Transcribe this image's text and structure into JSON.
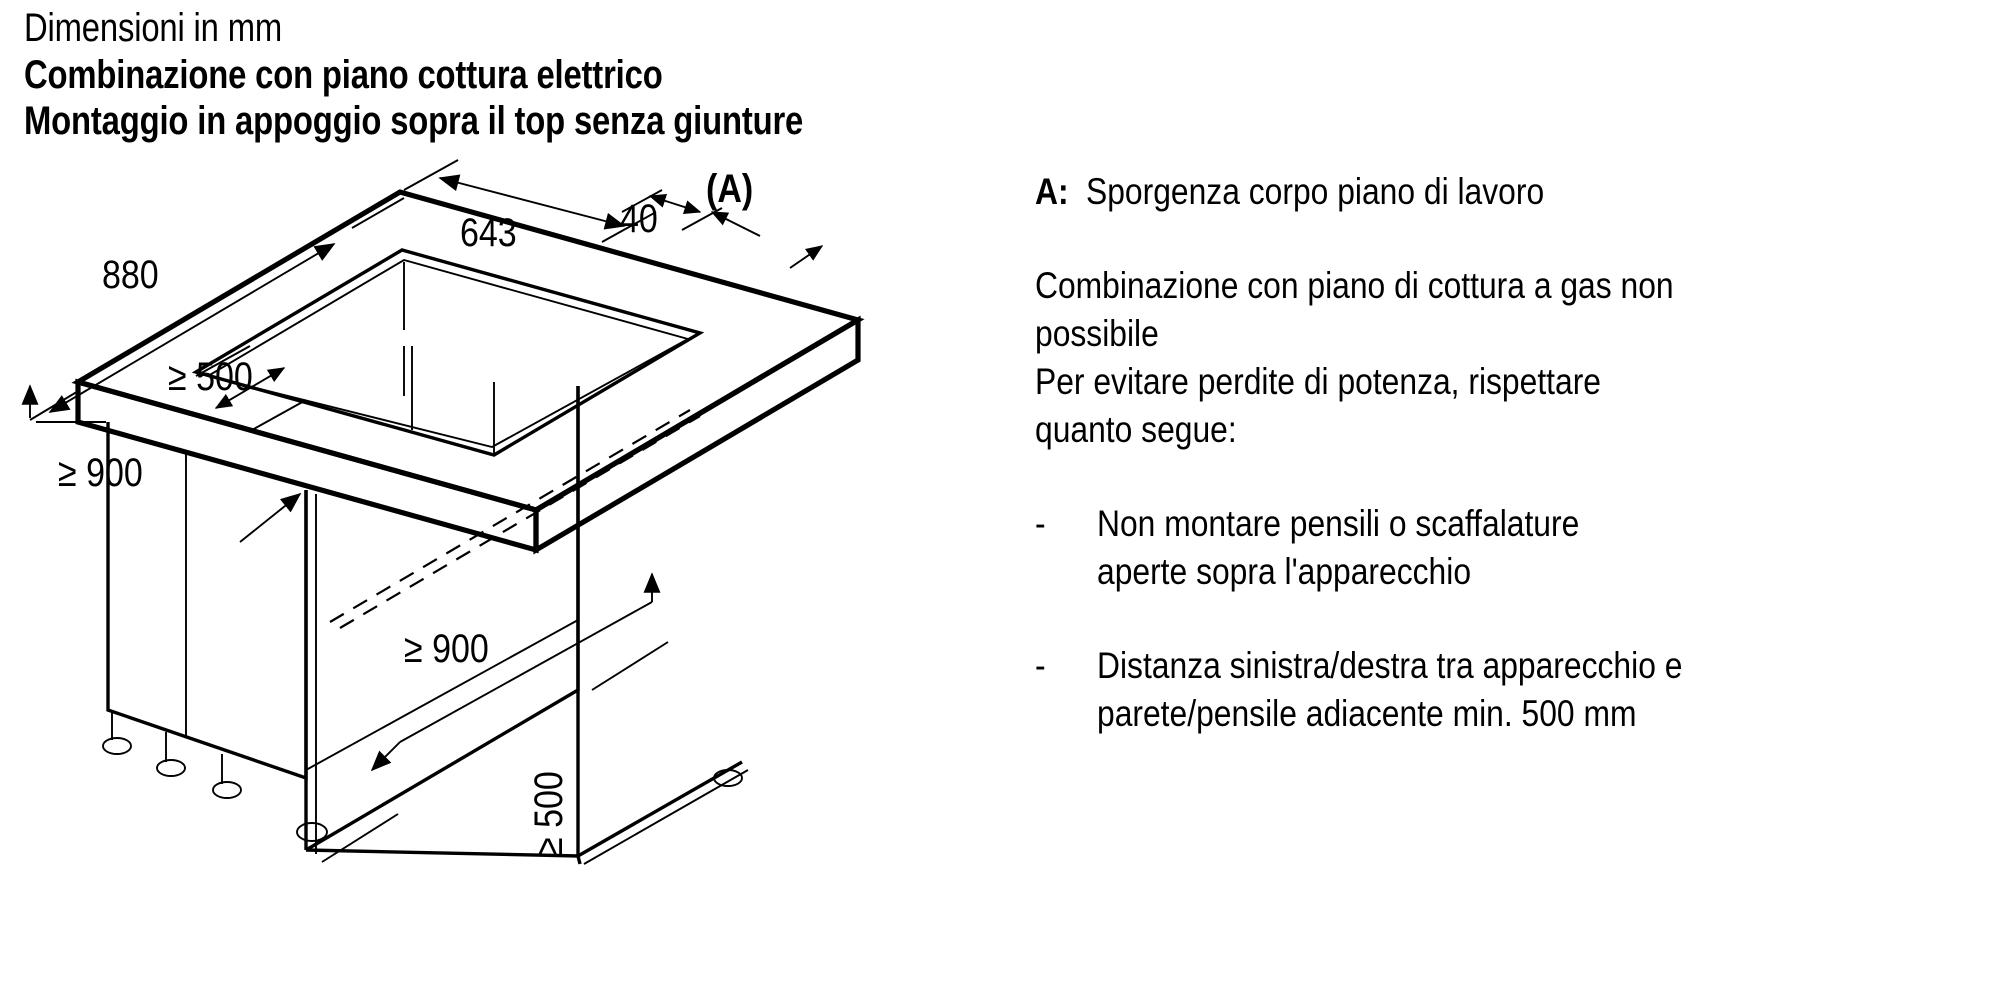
{
  "heading": {
    "units_note": "Dimensioni in mm",
    "title_line1": "Combinazione con piano cottura elettrico",
    "title_line2": "Montaggio in appoggio sopra il top senza giunture"
  },
  "legend": {
    "key": "A:",
    "text": "Sporgenza corpo piano di lavoro"
  },
  "notes": {
    "para1_line1": "Combinazione con piano di cottura a gas non",
    "para1_line2": "possibile",
    "para2_line1": "Per evitare perdite di potenza, rispettare",
    "para2_line2": "quanto segue:",
    "bullet_marker": "-",
    "bullets": [
      {
        "line1": "Non montare pensili o scaffalature",
        "line2": "aperte sopra l'apparecchio"
      },
      {
        "line1": "Distanza sinistra/destra tra apparecchio e",
        "line2": "parete/pensile adiacente min. 500 mm"
      }
    ]
  },
  "dimensions": {
    "width_880": "880",
    "depth_643": "643",
    "overhang_40": "40",
    "callout_a": "(A)",
    "clearance_500_vertical": "≥ 500",
    "clearance_500_horizontal": "≥ 500",
    "height_900": "≥ 900",
    "depth_900": "≥ 900"
  },
  "colors": {
    "ink": "#000000",
    "paper": "#ffffff"
  }
}
